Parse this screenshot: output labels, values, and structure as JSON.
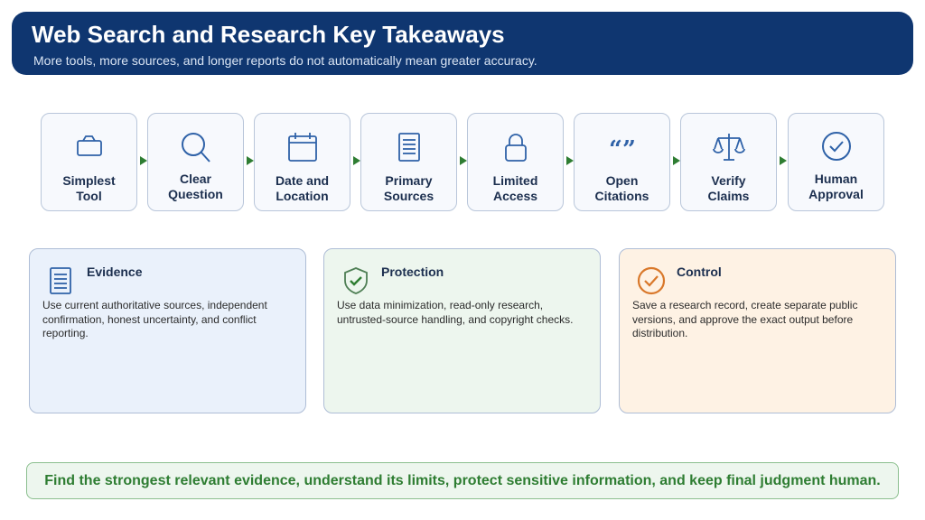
{
  "header": {
    "title": "Web Search and Research Key Takeaways",
    "subtitle": "More tools, more sources, and longer reports do not automatically mean greater accuracy."
  },
  "steps": [
    {
      "line1": "Simplest",
      "line2": "Tool",
      "icon": "toolbox-icon"
    },
    {
      "line1": "Clear",
      "line2": "Question",
      "icon": "search-icon"
    },
    {
      "line1": "Date and",
      "line2": "Location",
      "icon": "calendar-icon"
    },
    {
      "line1": "Primary",
      "line2": "Sources",
      "icon": "document-icon"
    },
    {
      "line1": "Limited",
      "line2": "Access",
      "icon": "lock-icon"
    },
    {
      "line1": "Open",
      "line2": "Citations",
      "icon": "quote-icon"
    },
    {
      "line1": "Verify",
      "line2": "Claims",
      "icon": "scales-icon"
    },
    {
      "line1": "Human",
      "line2": "Approval",
      "icon": "check-circle-icon"
    }
  ],
  "cards": [
    {
      "title": "Evidence",
      "text": "Use current authoritative sources, independent confirmation, honest uncertainty, and conflict reporting.",
      "icon": "document-icon",
      "color": "#2f62a8",
      "bg": "#eaf1fb"
    },
    {
      "title": "Protection",
      "text": "Use data minimization, read-only research, untrusted-source handling, and copyright checks.",
      "icon": "shield-check-icon",
      "color": "#2e7d32",
      "bg": "#edf6ee"
    },
    {
      "title": "Control",
      "text": "Save a research record, create separate public versions, and approve the exact output before distribution.",
      "icon": "check-circle-icon",
      "color": "#d9782a",
      "bg": "#fef2e4"
    }
  ],
  "footer": {
    "text": "Find the strongest relevant evidence, understand its limits, protect sensitive information, and keep final judgment human."
  },
  "colors": {
    "header": "#0f3670",
    "accent_green": "#2e7d32",
    "icon_blue": "#2f62a8"
  }
}
